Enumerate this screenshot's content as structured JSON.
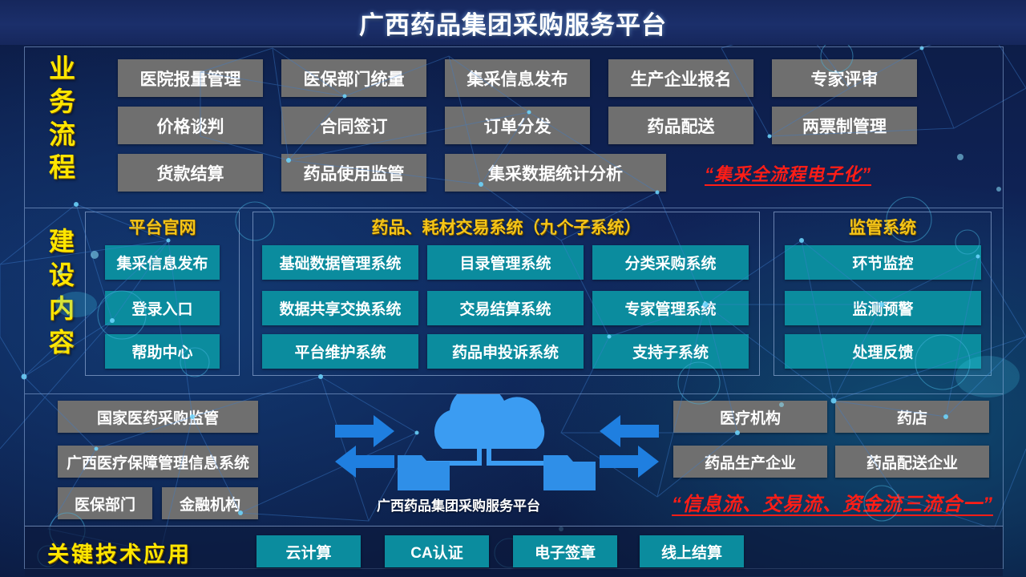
{
  "header": {
    "title": "广西药品集团采购服务平台"
  },
  "business_process": {
    "label": "业务流程",
    "rows": [
      [
        "医院报量管理",
        "医保部门统量",
        "集采信息发布",
        "生产企业报名",
        "专家评审"
      ],
      [
        "价格谈判",
        "合同签订",
        "订单分发",
        "药品配送",
        "两票制管理"
      ],
      [
        "货款结算",
        "药品使用监管",
        "集采数据统计分析"
      ]
    ],
    "slogan": "“集采全流程电子化”"
  },
  "construction": {
    "label": "建设内容",
    "panels": [
      {
        "title": "平台官网",
        "items": [
          "集采信息发布",
          "登录入口",
          "帮助中心"
        ]
      },
      {
        "title": "药品、耗材交易系统（九个子系统）",
        "items": [
          "基础数据管理系统",
          "目录管理系统",
          "分类采购系统",
          "数据共享交换系统",
          "交易结算系统",
          "专家管理系统",
          "平台维护系统",
          "药品申投诉系统",
          "支持子系统"
        ]
      },
      {
        "title": "监管系统",
        "items": [
          "环节监控",
          "监测预警",
          "处理反馈"
        ]
      }
    ]
  },
  "ecosystem": {
    "left_items": [
      "国家医药采购监管",
      "广西医疗保障管理信息系统",
      "医保部门",
      "金融机构"
    ],
    "cloud_caption": "广西药品集团采购服务平台",
    "right_items": [
      "医疗机构",
      "药店",
      "药品生产企业",
      "药品配送企业"
    ],
    "slogan": "“信息流、交易流、资金流三流合一”"
  },
  "key_tech": {
    "label": "关键技术应用",
    "items": [
      "云计算",
      "CA认证",
      "电子签章",
      "线上结算"
    ]
  },
  "colors": {
    "gray_box": "#6f6f6f",
    "teal_box": "#0b8c9e",
    "gold": "#ffe600",
    "panel_gold": "#f5c518",
    "red": "#ff1d16",
    "cloud_blue": "#2a8fe8"
  }
}
